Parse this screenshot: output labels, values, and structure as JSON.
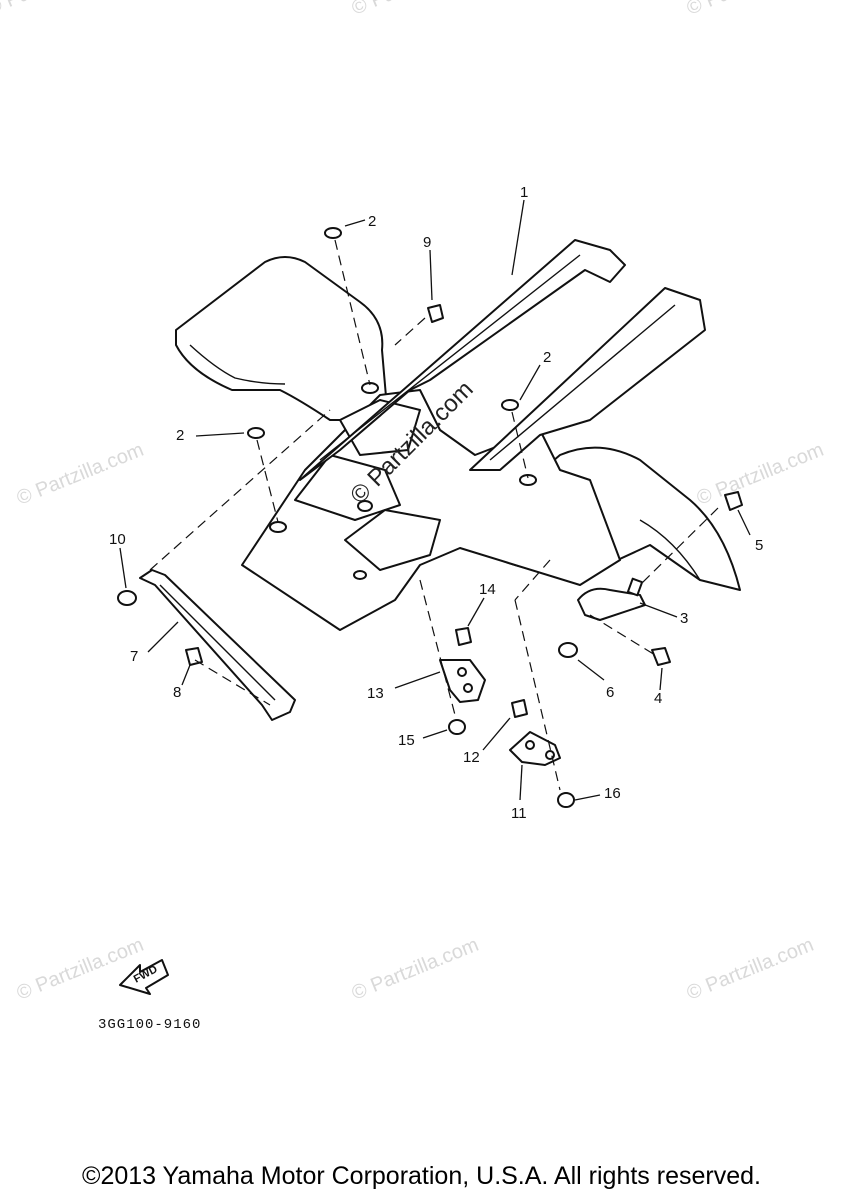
{
  "diagram": {
    "callouts": {
      "p1": "1",
      "p2a": "2",
      "p2b": "2",
      "p2c": "2",
      "p3": "3",
      "p4": "4",
      "p5": "5",
      "p6": "6",
      "p7": "7",
      "p8": "8",
      "p9": "9",
      "p10": "10",
      "p11": "11",
      "p12": "12",
      "p13": "13",
      "p14": "14",
      "p15": "15",
      "p16": "16"
    },
    "fwd_label": "FWD",
    "figure_code": "3GG100-9160",
    "center_watermark": "© Partzilla.com",
    "watermark": "© Partzilla.com"
  },
  "copyright": "©2013 Yamaha Motor Corporation, U.S.A. All rights reserved."
}
